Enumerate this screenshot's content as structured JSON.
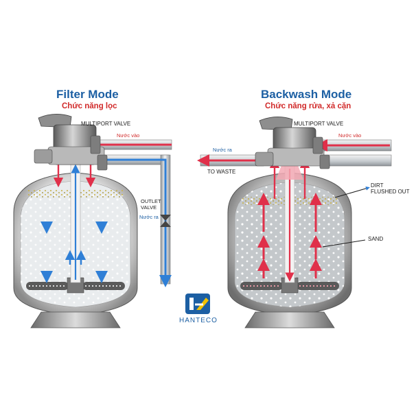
{
  "filter_panel": {
    "title": "Filter Mode",
    "subtitle": "Chức năng lọc",
    "valve_label": "MULTIPORT VALVE",
    "inlet_label": "Nước vào",
    "outlet_valve_label": "OUTLET\nVALVE",
    "outlet_label": "Nước ra"
  },
  "backwash_panel": {
    "title": "Backwash Mode",
    "subtitle": "Chức năng rửa, xả cặn",
    "valve_label": "MULTIPORT VALVE",
    "inlet_label": "Nước vào",
    "outlet_label": "Nước ra",
    "waste_label": "TO WASTE",
    "dirt_label": "DIRT\nFLUSHED OUT",
    "sand_label": "SAND"
  },
  "logo": {
    "text": "HANTECO"
  },
  "colors": {
    "title_blue": "#1c5fa3",
    "subtitle_red": "#d12a2a",
    "flow_blue": "#2f7fd6",
    "flow_red": "#e0304a",
    "pipe_grey": "#cfd3d6"
  }
}
